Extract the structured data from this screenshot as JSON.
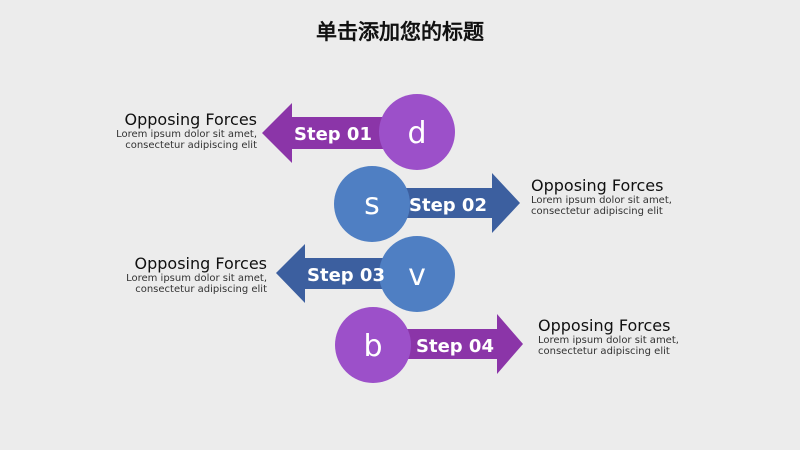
{
  "title": "单击添加您的标题",
  "colors": {
    "purple_arrow": "#8b35a8",
    "purple_circle": "#9c50c9",
    "blue_arrow": "#3c5f9f",
    "blue_circle": "#4f7fc3",
    "text_white": "#ffffff",
    "background": "#ececec"
  },
  "steps": [
    {
      "label": "Step 01",
      "letter": "d",
      "heading": "Opposing Forces",
      "body_line1": "Lorem ipsum dolor sit amet,",
      "body_line2": "consectetur adipiscing elit"
    },
    {
      "label": "Step 02",
      "letter": "s",
      "heading": "Opposing Forces",
      "body_line1": "Lorem ipsum dolor sit amet,",
      "body_line2": "consectetur adipiscing elit"
    },
    {
      "label": "Step 03",
      "letter": "v",
      "heading": "Opposing Forces",
      "body_line1": "Lorem ipsum dolor sit amet,",
      "body_line2": "consectetur adipiscing elit"
    },
    {
      "label": "Step 04",
      "letter": "b",
      "heading": "Opposing Forces",
      "body_line1": "Lorem ipsum dolor sit amet,",
      "body_line2": "consectetur adipiscing elit"
    }
  ]
}
